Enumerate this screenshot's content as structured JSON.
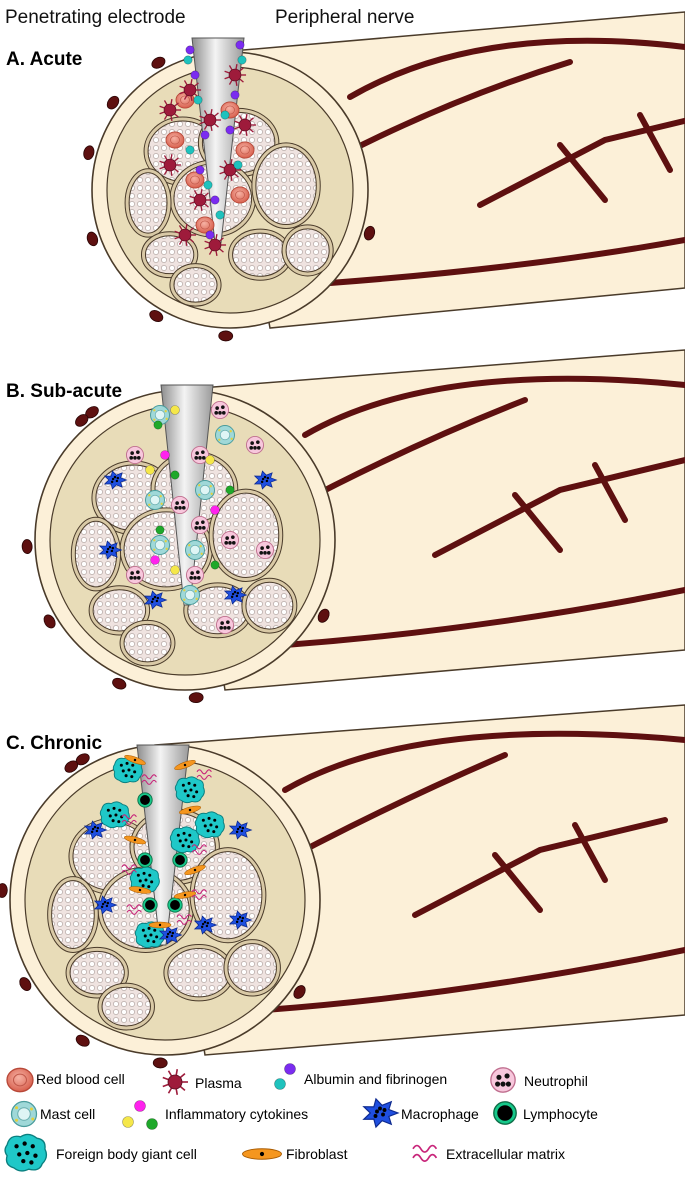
{
  "header": {
    "electrode": "Penetrating electrode",
    "nerve": "Peripheral nerve"
  },
  "panels": [
    {
      "label": "A. Acute"
    },
    {
      "label": "B. Sub-acute"
    },
    {
      "label": "C. Chronic"
    }
  ],
  "legend": [
    {
      "label": "Red blood cell",
      "icon": "red-blood-cell-icon"
    },
    {
      "label": "Plasma",
      "icon": "plasma-icon"
    },
    {
      "label": "Albumin and fibrinogen",
      "icon": "albumin-fibrinogen-icon"
    },
    {
      "label": "Neutrophil",
      "icon": "neutrophil-icon"
    },
    {
      "label": "Mast cell",
      "icon": "mast-cell-icon"
    },
    {
      "label": "Inflammatory cytokines",
      "icon": "cytokines-icon"
    },
    {
      "label": "Macrophage",
      "icon": "macrophage-icon"
    },
    {
      "label": "Lymphocyte",
      "icon": "lymphocyte-icon"
    },
    {
      "label": "Foreign body giant cell",
      "icon": "foreign-body-giant-cell-icon"
    },
    {
      "label": "Fibroblast",
      "icon": "fibroblast-icon"
    },
    {
      "label": "Extracellular matrix",
      "icon": "extracellular-matrix-icon"
    }
  ],
  "colors": {
    "nerve_fill": "#fcf0d8",
    "tissue": "#e8dcb8",
    "fascicle": "#eadbd6",
    "outline": "#4a3b2a",
    "vessel": "#5e1010",
    "rbc": "#e07a6a",
    "plasma": "#9e1b3b",
    "albumin": "#7b2cf0",
    "fibrinogen": "#1fc2bd",
    "cytokine_magenta": "#ff22ee",
    "cytokine_yellow": "#f5e74a",
    "cytokine_green": "#1fa82a",
    "neutrophil": "#f7c7dc",
    "mast": "#9fd8d8",
    "macrophage": "#1f4fe0",
    "lymphocyte": "#16c88a",
    "giant_cell": "#1fc8c8",
    "fibroblast": "#f5961e",
    "ecm": "#c8257a",
    "electrode": "#c9c9c9"
  }
}
